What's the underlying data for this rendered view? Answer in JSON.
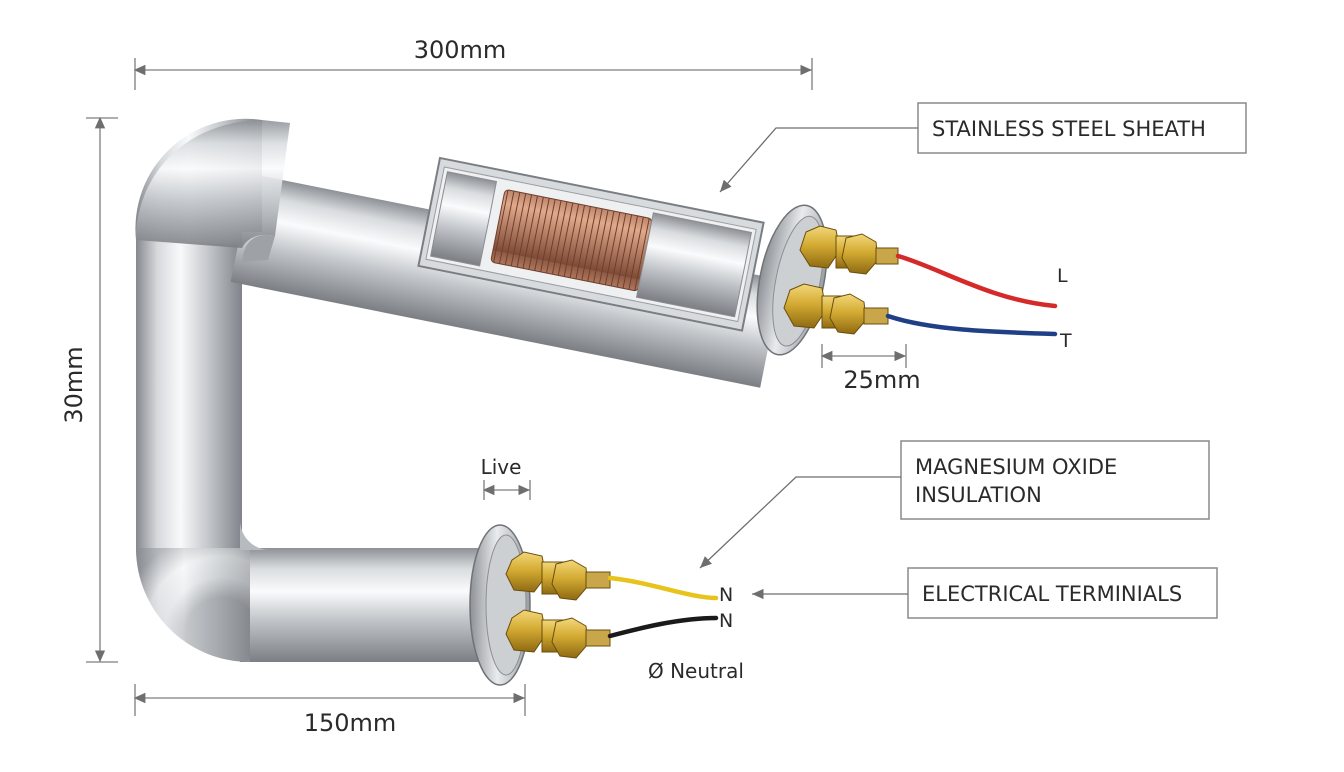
{
  "dimensions": {
    "top_length": "300mm",
    "height": "30mm",
    "bottom_length": "150mm",
    "terminal_length": "25mm",
    "live_marker": "Live"
  },
  "callouts": {
    "sheath": "STAINLESS STEEL SHEATH",
    "insulation_line1": "MAGNESIUM OXIDE",
    "insulation_line2": "INSULATION",
    "terminals": "ELECTRICAL TERMINIALS"
  },
  "wire_labels": {
    "upper_red": "L",
    "upper_blue": "T",
    "lower_yellow": "N",
    "lower_black": "N",
    "neutral": "Ø Neutral"
  },
  "colors": {
    "wire_red": "#d42a2a",
    "wire_blue": "#1f3f86",
    "wire_yellow": "#e8c31c",
    "wire_black": "#1a1a1a",
    "coil_copper": "#b8765a",
    "brass": "#c9a227"
  }
}
